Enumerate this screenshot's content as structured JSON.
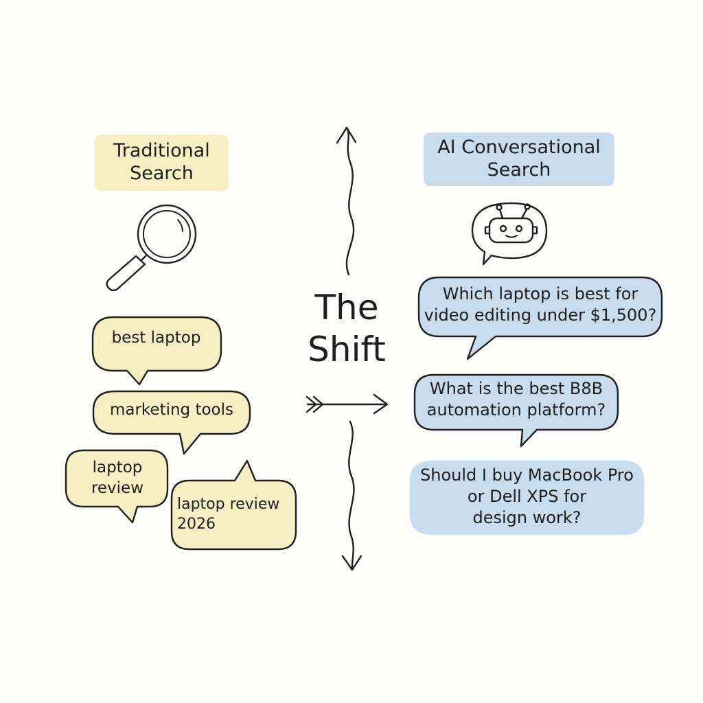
{
  "left_column": {
    "header": [
      "Traditional",
      "Search"
    ],
    "icon": "magnifying-glass-icon",
    "queries": [
      [
        "best laptop"
      ],
      [
        "marketing tools"
      ],
      [
        "laptop",
        "review"
      ],
      [
        "laptop review",
        "2026"
      ]
    ]
  },
  "center": {
    "title": [
      "The",
      "Shift"
    ]
  },
  "right_column": {
    "header": [
      "AI Conversational",
      "Search"
    ],
    "icon": "chatbot-robot-icon",
    "queries": [
      [
        "Which laptop is best for",
        "video editing under $1,500?"
      ],
      [
        "What is the best B8B",
        "automation platform?"
      ],
      [
        "Should I buy MacBook Pro",
        "or Dell XPS for",
        "design work?"
      ]
    ]
  },
  "colors": {
    "traditional_fill": "#f8eec3",
    "conversational_fill": "#c9dcee",
    "background": "#fdfdfc",
    "ink": "#1f1f1f"
  }
}
